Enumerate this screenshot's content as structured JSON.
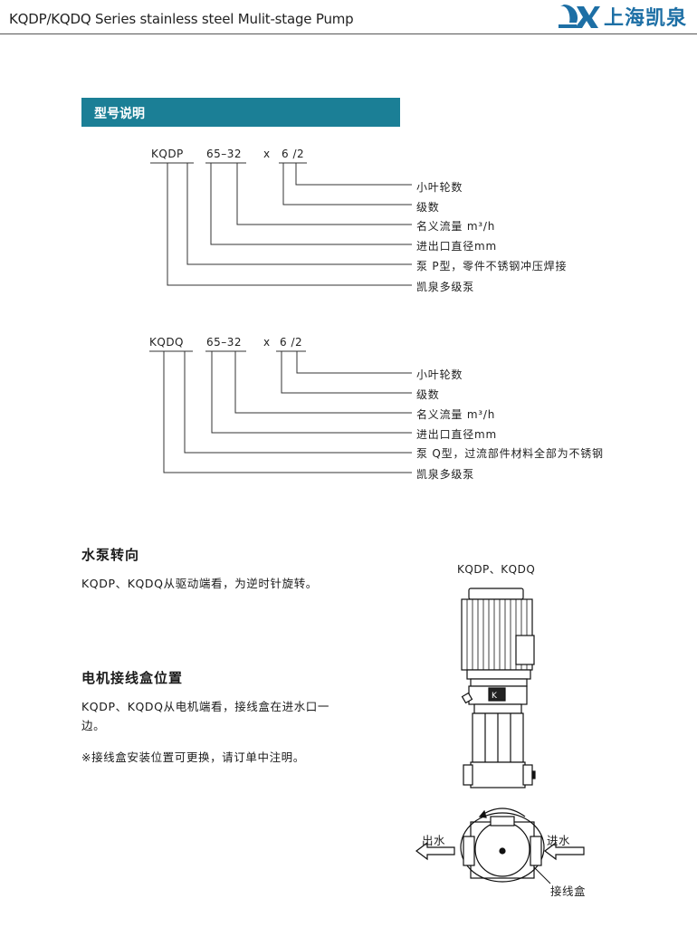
{
  "header": {
    "title": "KQDP/KQDQ Series stainless steel Mulit-stage Pump",
    "brand": "上海凯泉"
  },
  "model_section": {
    "heading": "型号说明",
    "examples": [
      {
        "code_series": "KQDP",
        "code_size": "65–32",
        "code_x": "x",
        "code_stage": "6 /2",
        "items": [
          "小叶轮数",
          "级数",
          "名义流量 m³/h",
          "进出口直径mm",
          "泵 P型，零件不锈钢冲压焊接",
          "凯泉多级泵"
        ]
      },
      {
        "code_series": "KQDQ",
        "code_size": "65–32",
        "code_x": "x",
        "code_stage": "6 /2",
        "items": [
          "小叶轮数",
          "级数",
          "名义流量 m³/h",
          "进出口直径mm",
          "泵 Q型，过流部件材料全部为不锈钢",
          "凯泉多级泵"
        ]
      }
    ]
  },
  "rotation": {
    "heading": "水泵转向",
    "text": "KQDP、KQDQ从驱动端看，为逆时针旋转。"
  },
  "terminal_box": {
    "heading": "电机接线盒位置",
    "text": "KQDP、KQDQ从电机端看，接线盒在进水口一边。",
    "note": "※接线盒安装位置可更换，请订单中注明。"
  },
  "figure": {
    "caption": "KQDP、KQDQ",
    "outlet_label": "出水",
    "inlet_label": "进水",
    "box_label": "接线盒"
  }
}
